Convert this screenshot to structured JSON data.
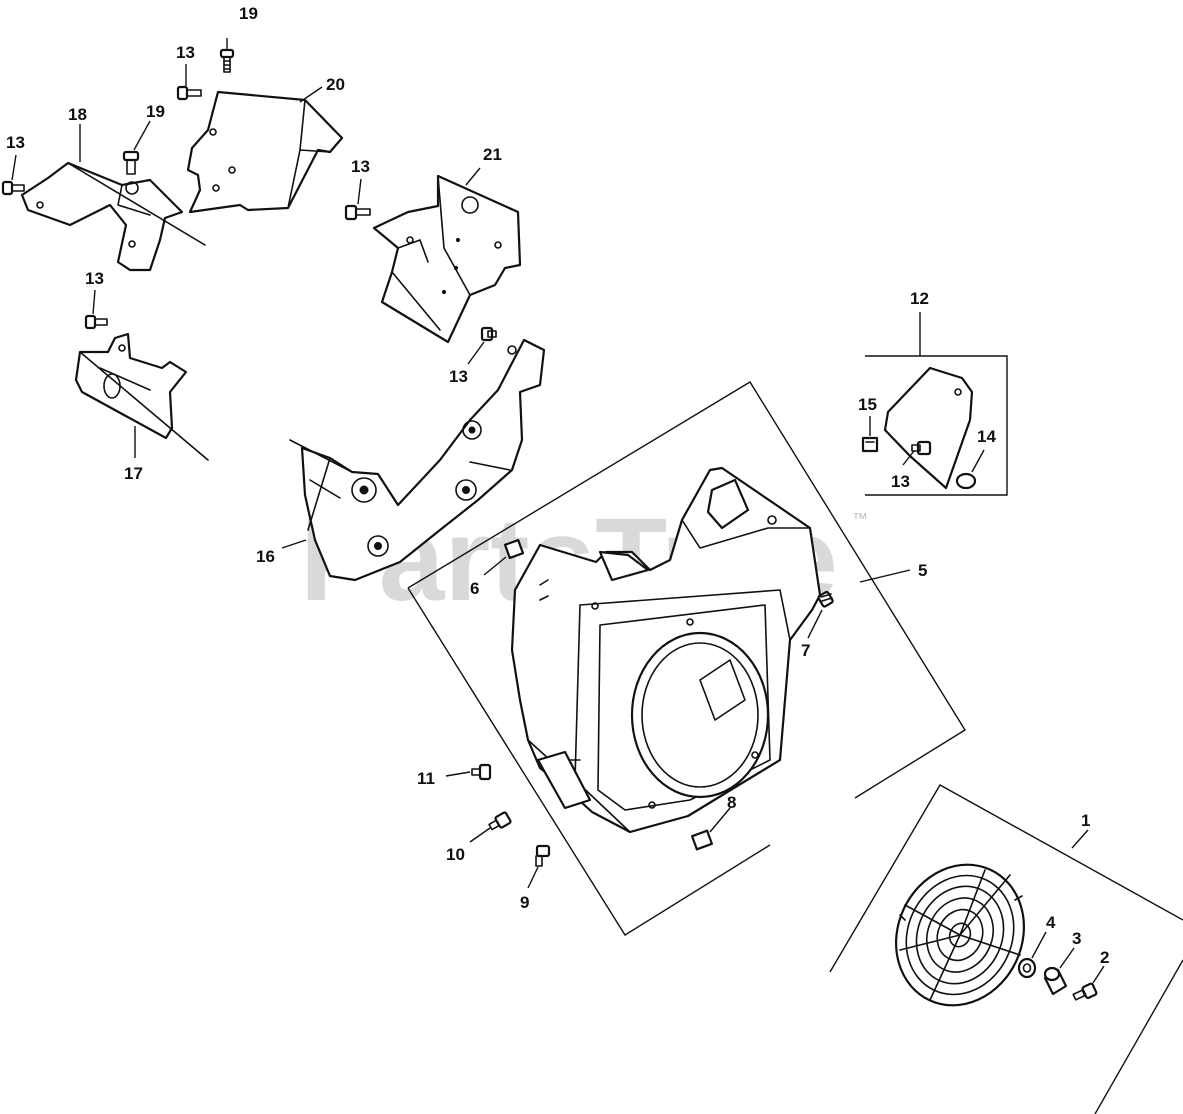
{
  "watermark": {
    "text": "PartsTree",
    "trademark": "™"
  },
  "callouts": [
    {
      "id": "c19a",
      "text": "19"
    },
    {
      "id": "c13a",
      "text": "13"
    },
    {
      "id": "c20",
      "text": "20"
    },
    {
      "id": "c18",
      "text": "18"
    },
    {
      "id": "c19b",
      "text": "19"
    },
    {
      "id": "c13b",
      "text": "13"
    },
    {
      "id": "c13c",
      "text": "13"
    },
    {
      "id": "c21",
      "text": "21"
    },
    {
      "id": "c13d",
      "text": "13"
    },
    {
      "id": "c13e",
      "text": "13"
    },
    {
      "id": "c17",
      "text": "17"
    },
    {
      "id": "c12",
      "text": "12"
    },
    {
      "id": "c15",
      "text": "15"
    },
    {
      "id": "c14",
      "text": "14"
    },
    {
      "id": "c13f",
      "text": "13"
    },
    {
      "id": "c16",
      "text": "16"
    },
    {
      "id": "c6",
      "text": "6"
    },
    {
      "id": "c5",
      "text": "5"
    },
    {
      "id": "c7",
      "text": "7"
    },
    {
      "id": "c11",
      "text": "11"
    },
    {
      "id": "c10",
      "text": "10"
    },
    {
      "id": "c8",
      "text": "8"
    },
    {
      "id": "c9",
      "text": "9"
    },
    {
      "id": "c1",
      "text": "1"
    },
    {
      "id": "c4",
      "text": "4"
    },
    {
      "id": "c3",
      "text": "3"
    },
    {
      "id": "c2",
      "text": "2"
    }
  ]
}
